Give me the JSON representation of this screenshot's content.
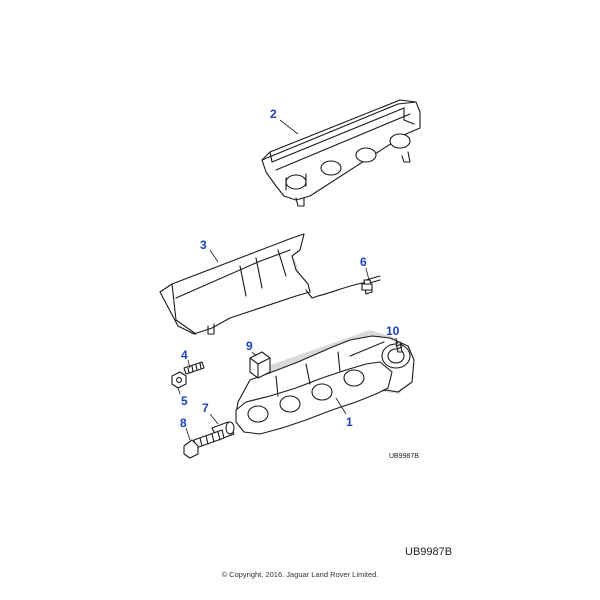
{
  "callouts": [
    {
      "id": "1",
      "label": "1"
    },
    {
      "id": "2",
      "label": "2"
    },
    {
      "id": "3",
      "label": "3"
    },
    {
      "id": "4",
      "label": "4"
    },
    {
      "id": "5",
      "label": "5"
    },
    {
      "id": "6",
      "label": "6"
    },
    {
      "id": "7",
      "label": "7"
    },
    {
      "id": "8",
      "label": "8"
    },
    {
      "id": "9",
      "label": "9"
    },
    {
      "id": "10",
      "label": "10"
    }
  ],
  "drawing_ref_small": "UB9987B",
  "drawing_ref": "UB9987B",
  "copyright": "© Copyright, 2016. Jaguar Land Rover Limited.",
  "colors": {
    "callout": "#1a3fbf",
    "line": "#1a1a1a"
  }
}
